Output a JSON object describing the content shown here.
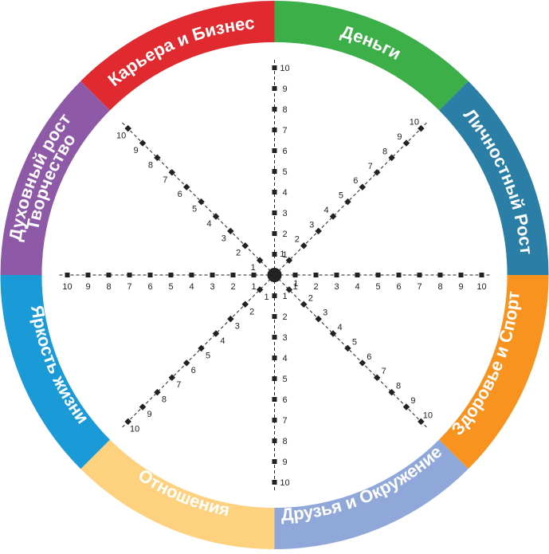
{
  "wheel": {
    "scale_max": 10,
    "segments": [
      {
        "id": "money",
        "label": "Деньги",
        "color": "#3daf49"
      },
      {
        "id": "personal-growth",
        "label": "Личностный Рост",
        "color": "#2b7fa6"
      },
      {
        "id": "health-sport",
        "label": "Здоровье и Спорт",
        "color": "#f7931e"
      },
      {
        "id": "friends",
        "label": "Друзья и Окружение",
        "color": "#8fa7d9"
      },
      {
        "id": "relationships",
        "label": "Отношения",
        "color": "#fdd17e"
      },
      {
        "id": "brightness",
        "label": "Яркость жизни",
        "color": "#1a9ad6"
      },
      {
        "id": "spiritual",
        "label": "Духовный рост",
        "label2": "Творчество",
        "color": "#8e5aa8"
      },
      {
        "id": "career",
        "label": "Карьера и Бизнес",
        "color": "#e02a2f"
      }
    ],
    "scale_labels": [
      "1",
      "2",
      "3",
      "4",
      "5",
      "6",
      "7",
      "8",
      "9",
      "10"
    ]
  }
}
